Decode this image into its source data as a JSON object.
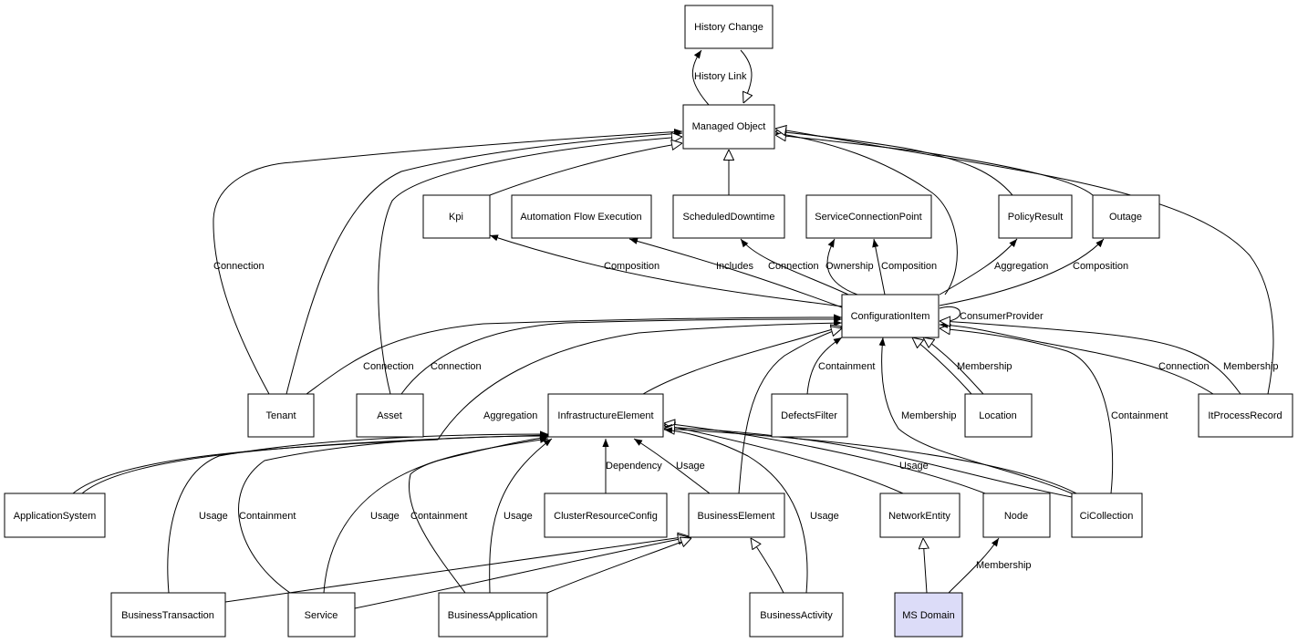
{
  "nodes": [
    {
      "id": "history_change",
      "label": "History Change"
    },
    {
      "id": "managed_object",
      "label": "Managed Object"
    },
    {
      "id": "kpi",
      "label": "Kpi"
    },
    {
      "id": "automation_flow_execution",
      "label": "Automation Flow Execution"
    },
    {
      "id": "scheduled_downtime",
      "label": "ScheduledDowntime"
    },
    {
      "id": "service_connection_point",
      "label": "ServiceConnectionPoint"
    },
    {
      "id": "policy_result",
      "label": "PolicyResult"
    },
    {
      "id": "outage",
      "label": "Outage"
    },
    {
      "id": "configuration_item",
      "label": "ConfigurationItem"
    },
    {
      "id": "tenant",
      "label": "Tenant"
    },
    {
      "id": "asset",
      "label": "Asset"
    },
    {
      "id": "infrastructure_element",
      "label": "InfrastructureElement"
    },
    {
      "id": "defects_filter",
      "label": "DefectsFilter"
    },
    {
      "id": "location",
      "label": "Location"
    },
    {
      "id": "it_process_record",
      "label": "ItProcessRecord"
    },
    {
      "id": "application_system",
      "label": "ApplicationSystem"
    },
    {
      "id": "cluster_resource_config",
      "label": "ClusterResourceConfig"
    },
    {
      "id": "business_element",
      "label": "BusinessElement"
    },
    {
      "id": "network_entity",
      "label": "NetworkEntity"
    },
    {
      "id": "node",
      "label": "Node"
    },
    {
      "id": "ci_collection",
      "label": "CiCollection"
    },
    {
      "id": "business_transaction",
      "label": "BusinessTransaction"
    },
    {
      "id": "service",
      "label": "Service"
    },
    {
      "id": "business_application",
      "label": "BusinessApplication"
    },
    {
      "id": "business_activity",
      "label": "BusinessActivity"
    },
    {
      "id": "ms_domain",
      "label": "MS Domain"
    }
  ],
  "edge_labels": [
    {
      "id": "history-link",
      "text": "History Link"
    },
    {
      "id": "tenant-mo-connection",
      "text": "Connection"
    },
    {
      "id": "ci-kpi-composition",
      "text": "Composition"
    },
    {
      "id": "ci-afe-includes",
      "text": "Includes"
    },
    {
      "id": "ci-sd-connection",
      "text": "Connection"
    },
    {
      "id": "ci-scp-ownership",
      "text": "Ownership"
    },
    {
      "id": "ci-scp-composition",
      "text": "Composition"
    },
    {
      "id": "ci-pr-aggregation",
      "text": "Aggregation"
    },
    {
      "id": "ci-outage-composition",
      "text": "Composition"
    },
    {
      "id": "ci-self-consumerprovider",
      "text": "ConsumerProvider"
    },
    {
      "id": "tenant-ci-connection",
      "text": "Connection"
    },
    {
      "id": "asset-ci-connection",
      "text": "Connection"
    },
    {
      "id": "appsys-ci-aggregation",
      "text": "Aggregation"
    },
    {
      "id": "defects-containment",
      "text": "Containment"
    },
    {
      "id": "location-membership",
      "text": "Membership"
    },
    {
      "id": "cicoll-ci-membership",
      "text": "Membership"
    },
    {
      "id": "cicoll-ci-containment",
      "text": "Containment"
    },
    {
      "id": "itpr-ci-connection",
      "text": "Connection"
    },
    {
      "id": "itpr-ci-membership",
      "text": "Membership"
    },
    {
      "id": "crc-ie-dependency",
      "text": "Dependency"
    },
    {
      "id": "be-ie-usage",
      "text": "Usage"
    },
    {
      "id": "cicoll-ie-usage",
      "text": "Usage"
    },
    {
      "id": "bt-ie-usage",
      "text": "Usage"
    },
    {
      "id": "service-ie-containment",
      "text": "Containment"
    },
    {
      "id": "service-ie-usage",
      "text": "Usage"
    },
    {
      "id": "ba-ie-containment",
      "text": "Containment"
    },
    {
      "id": "ba-ie-usage",
      "text": "Usage"
    },
    {
      "id": "bact-ie-usage",
      "text": "Usage"
    },
    {
      "id": "msd-node-membership",
      "text": "Membership"
    }
  ],
  "colors": {
    "highlight_fill": "#dcdcf8",
    "line": "#000000",
    "background": "#ffffff"
  }
}
